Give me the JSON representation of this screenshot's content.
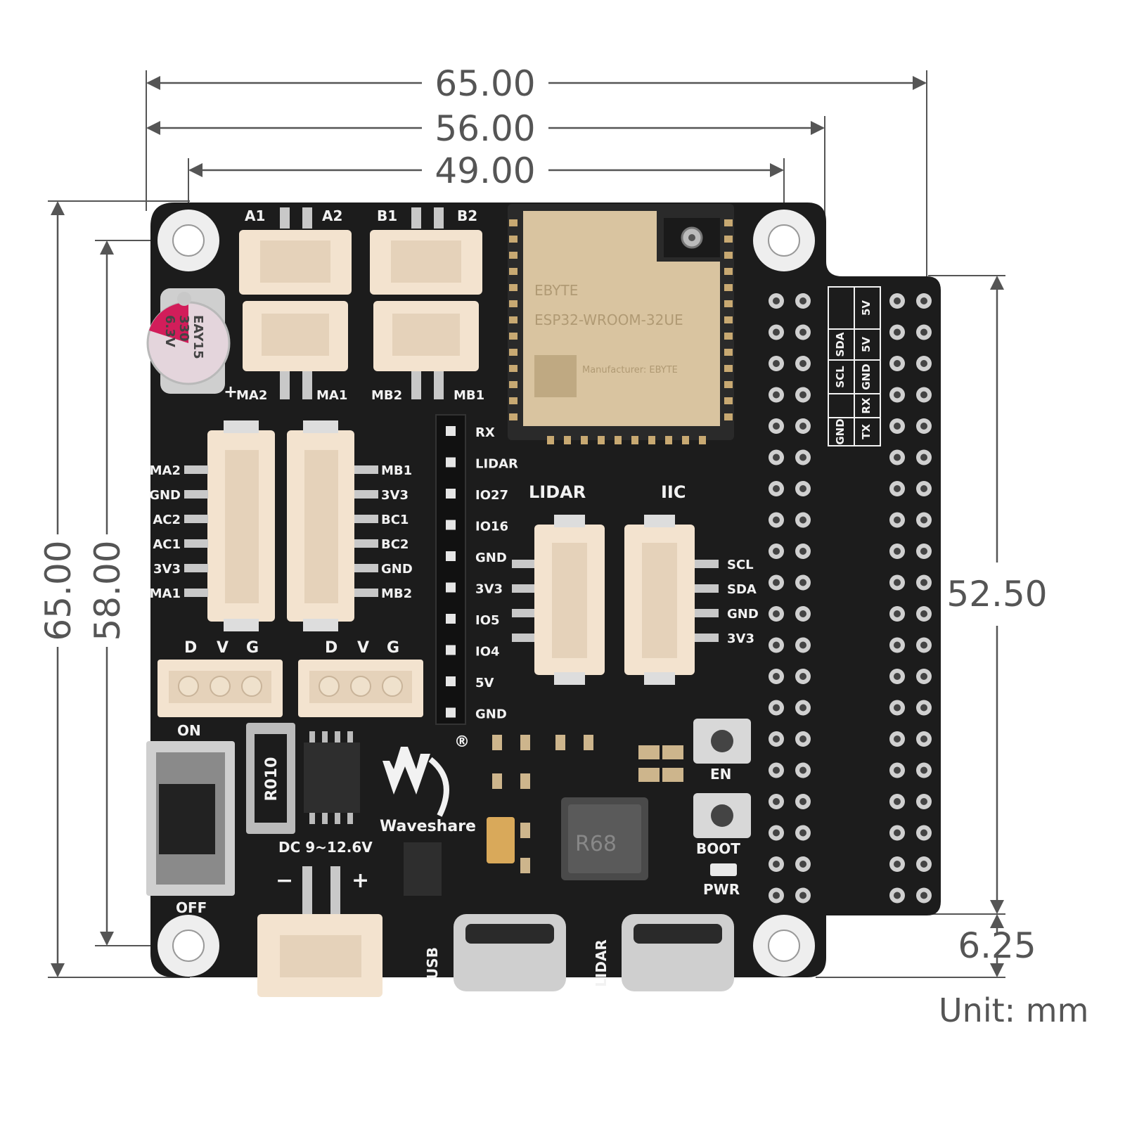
{
  "dimensions": {
    "width_outer": "65.00",
    "width_header": "56.00",
    "width_holes": "49.00",
    "height_outer": "65.00",
    "height_holes": "58.00",
    "header_length": "52.50",
    "header_offset": "6.25",
    "unit_label": "Unit: mm"
  },
  "board": {
    "motor_top_labels": [
      "A1",
      "A2",
      "B1",
      "B2"
    ],
    "motor_bottom_labels": [
      "MA2",
      "MA1",
      "MB2",
      "MB1"
    ],
    "capacitor": {
      "line1": "EAY15",
      "line2": "330",
      "line3": "6.3V",
      "plus": "+"
    },
    "encoder_left_pins": [
      "MA2",
      "GND",
      "AC2",
      "AC1",
      "3V3",
      "MA1"
    ],
    "encoder_right_pins": [
      "MB1",
      "3V3",
      "BC1",
      "BC2",
      "GND",
      "MB2"
    ],
    "servo_labels": [
      "D",
      "V",
      "G"
    ],
    "gpio_header_pins": [
      "RX",
      "LIDAR",
      "IO27",
      "IO16",
      "GND",
      "3V3",
      "IO5",
      "IO4",
      "5V",
      "GND"
    ],
    "module": {
      "brand": "EBYTE",
      "model": "ESP32-WROOM-32UE",
      "maker": "Manufacturer: EBYTE"
    },
    "lidar_label": "LIDAR",
    "iic_label": "IIC",
    "iic_pins": [
      "SCL",
      "SDA",
      "GND",
      "3V3"
    ],
    "switch_on": "ON",
    "switch_off": "OFF",
    "resistor": "R010",
    "logo_text": "Waveshare",
    "registered": "®",
    "power_label": "DC 9~12.6V",
    "power_minus": "−",
    "power_plus": "+",
    "inductor": "R68",
    "en_button": "EN",
    "boot_button": "BOOT",
    "pwr_led": "PWR",
    "usb_label": "USB",
    "lidar_usb_label": "LIDAR",
    "pin_table": [
      [
        "5V",
        "",
        "",
        ""
      ],
      [
        "5V",
        "SDA",
        "",
        ""
      ],
      [
        "GND",
        "SCL",
        "",
        ""
      ],
      [
        "RX",
        "",
        "",
        ""
      ],
      [
        "TX",
        "GND",
        "",
        ""
      ]
    ]
  },
  "colors": {
    "board": "#1c1c1c",
    "silk": "#f2f2f2",
    "connector": "#f3e3cf",
    "dimension": "#555555",
    "gold": "#c8a972"
  }
}
